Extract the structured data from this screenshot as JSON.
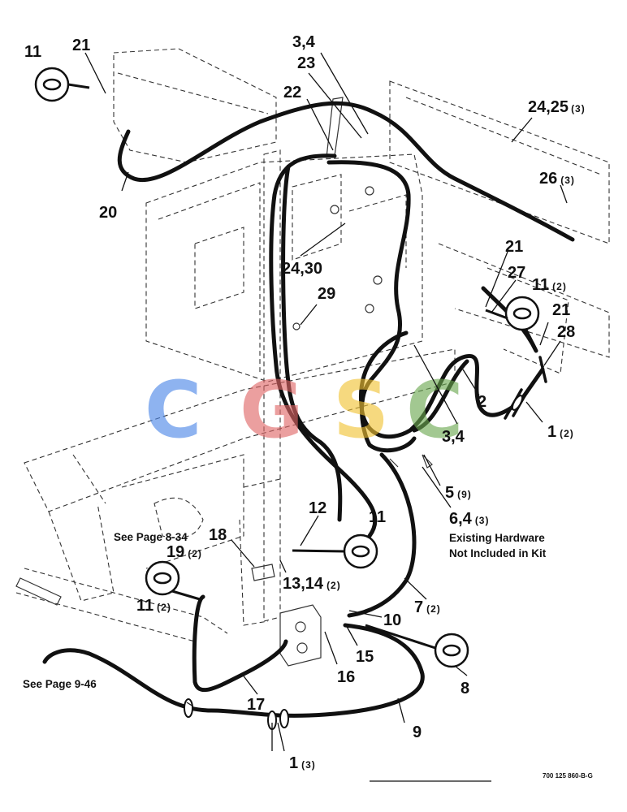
{
  "callouts": {
    "c11_top": "11",
    "c21_top": "21",
    "c34_top": "3,4",
    "c23": "23",
    "c22": "22",
    "c2425": "24,25",
    "c2425_qty": "(3)",
    "c26": "26",
    "c26_qty": "(3)",
    "c20": "20",
    "c2430": "24,30",
    "c29": "29",
    "c21_mid": "21",
    "c27": "27",
    "c11_right": "11",
    "c11_right_qty": "(2)",
    "c21_right": "21",
    "c28": "28",
    "c2": "2",
    "c34_mid": "3,4",
    "c1_right": "1",
    "c1_right_qty": "(2)",
    "c5": "5",
    "c5_qty": "(9)",
    "c64": "6,4",
    "c64_qty": "(3)",
    "c12": "12",
    "c11_center": "11",
    "c18": "18",
    "c19": "19",
    "c19_qty": "(2)",
    "c1314": "13,14",
    "c1314_qty": "(2)",
    "c11_left": "11",
    "c11_left_qty": "(2)",
    "c7": "7",
    "c7_qty": "(2)",
    "c10": "10",
    "c15": "15",
    "c16": "16",
    "c8": "8",
    "c17": "17",
    "c9": "9",
    "c1_bottom": "1",
    "c1_bottom_qty": "(3)"
  },
  "notes": {
    "existing_line1": "Existing Hardware",
    "existing_line2": "Not Included in Kit",
    "see_page_834": "See Page 8-34",
    "see_page_946": "See Page 9-46",
    "drawing_number": "700 125 860-B-G"
  },
  "watermark": {
    "letters": [
      "C",
      "G",
      "S",
      "C"
    ],
    "colors": [
      "#4a86e8",
      "#e06666",
      "#f1c232",
      "#6aa84f"
    ]
  }
}
